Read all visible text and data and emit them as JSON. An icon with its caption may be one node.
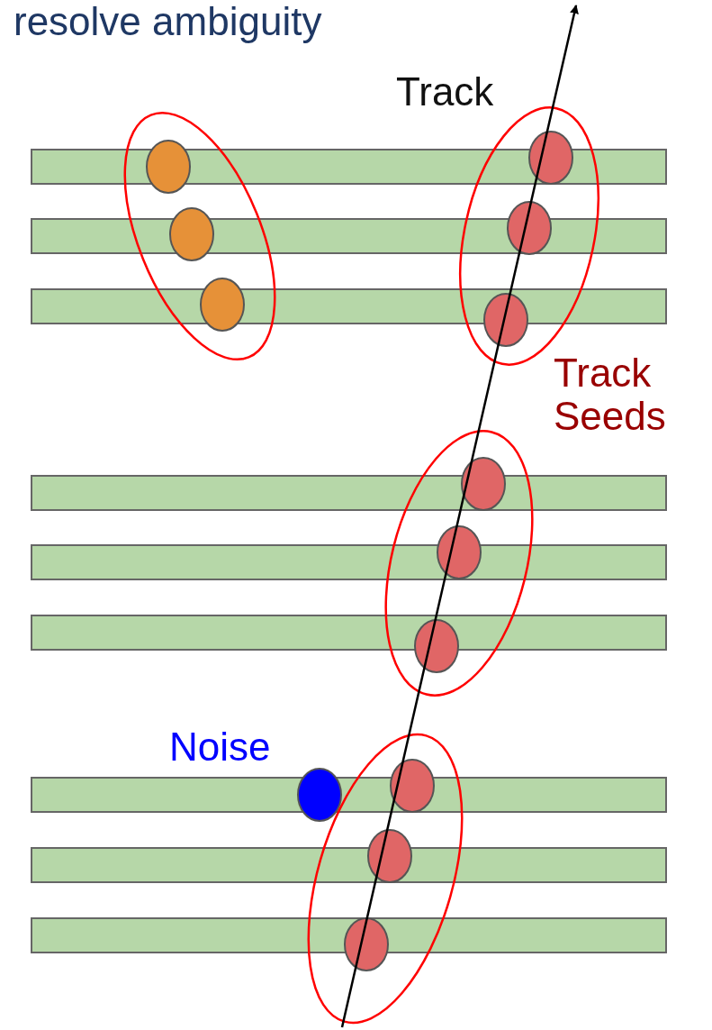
{
  "diagram": {
    "title": "resolve ambiguity",
    "labels": [
      "Track",
      "Track Seeds",
      "Noise"
    ]
  }
}
